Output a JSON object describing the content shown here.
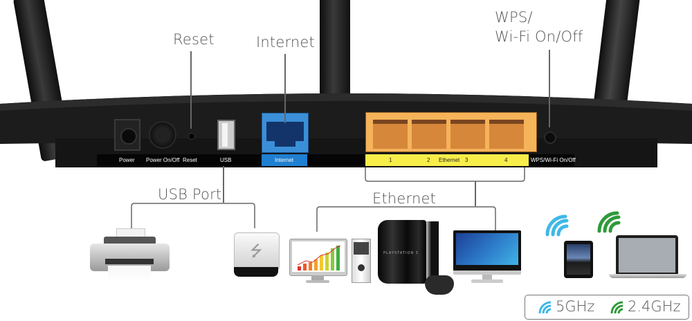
{
  "callouts": {
    "reset": "Reset",
    "internet": "Internet",
    "wps_line1": "WPS/",
    "wps_line2": "Wi-Fi On/Off",
    "usb_port": "USB Port",
    "ethernet": "Ethernet"
  },
  "panel_labels": {
    "power": "Power",
    "power_on_off": "Power On/Off",
    "reset": "Reset",
    "usb": "USB",
    "internet": "Internet",
    "port1": "1",
    "port2": "2",
    "ethernet": "Ethernet",
    "port3": "3",
    "port4": "4",
    "wps": "WPS/Wi-Fi On/Off"
  },
  "devices": {
    "usb": [
      "printer",
      "usb-storage-drive"
    ],
    "ethernet": [
      "desktop-computer",
      "game-console",
      "tv-monitor"
    ],
    "wireless": [
      "tablet",
      "laptop"
    ]
  },
  "console_brand": "PLAYSTATION 3",
  "legend": {
    "band_5ghz": "5GHz",
    "band_24ghz": "2.4GHz"
  },
  "colors": {
    "internet_port": "#1f7fd0",
    "lan_port": "#f5b35a",
    "lan_strip": "#f7ee4a",
    "wifi_5ghz": "#3fb8e8",
    "wifi_24ghz": "#2f9a3a",
    "router_body": "#1c1c1c",
    "callout_text": "#555555"
  }
}
